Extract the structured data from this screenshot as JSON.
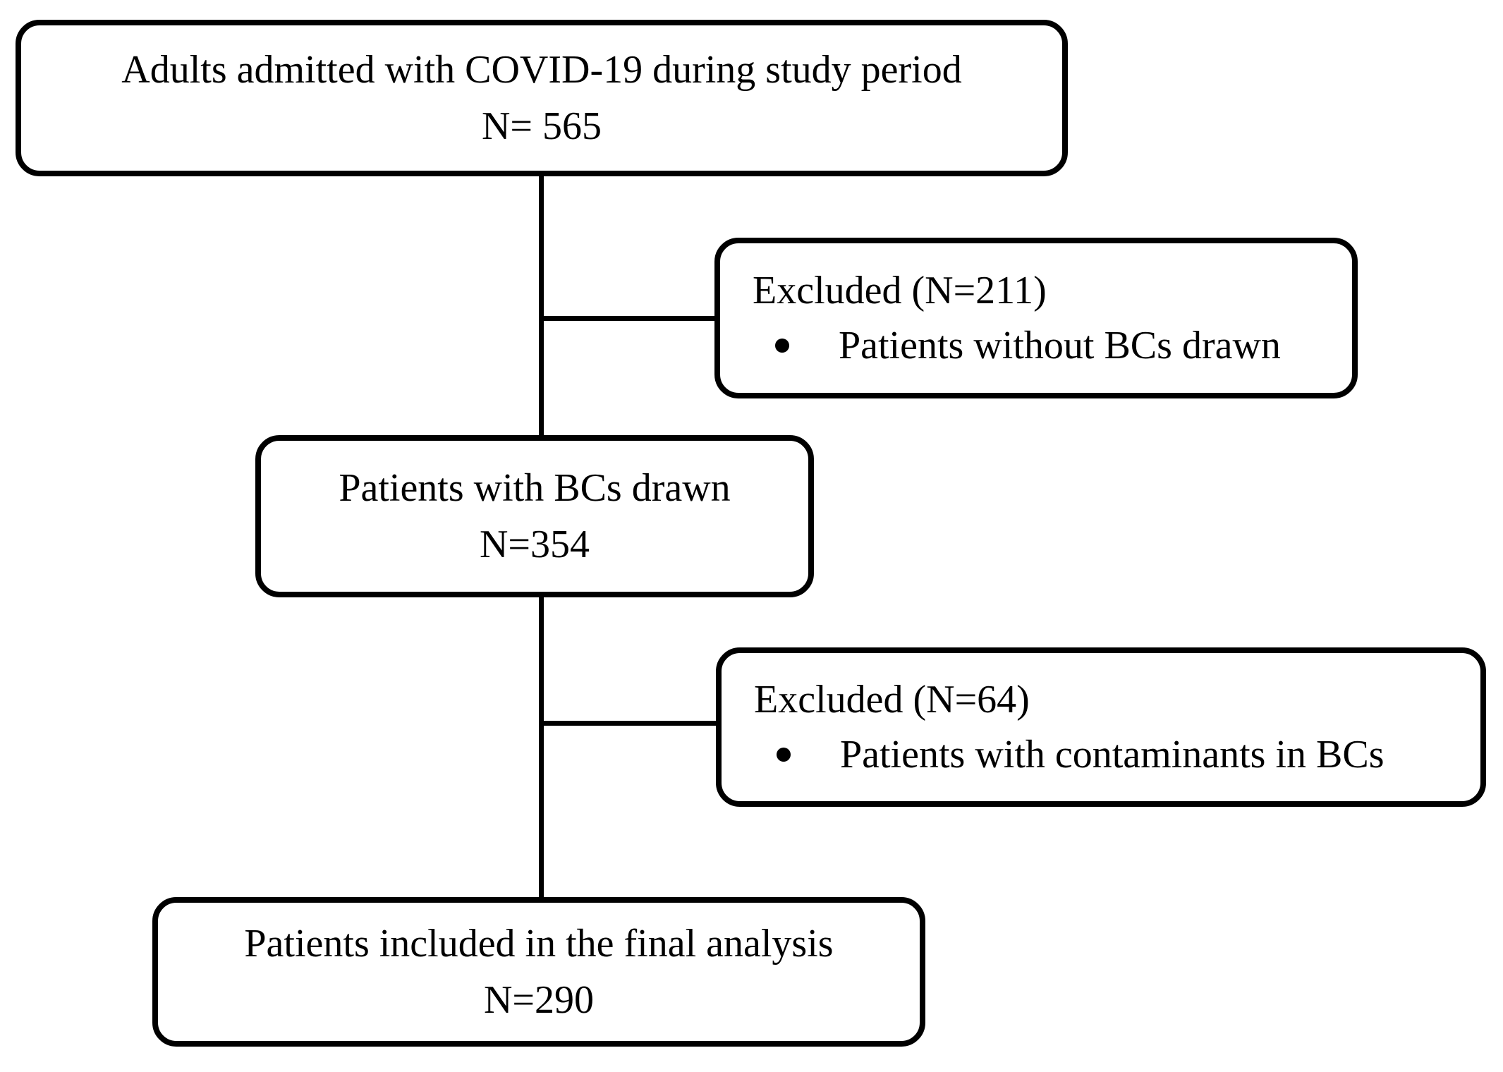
{
  "diagram": {
    "type": "flowchart",
    "colors": {
      "background": "#ffffff",
      "box_border": "#000000",
      "text": "#000000",
      "connector": "#000000"
    },
    "nodes": {
      "admitted": {
        "label": "Adults admitted with COVID-19 during study period",
        "count": "N= 565"
      },
      "excluded_no_bcs": {
        "title": "Excluded (N=211)",
        "bullet": "Patients without BCs drawn"
      },
      "bcs_drawn": {
        "label": "Patients with BCs drawn",
        "count": "N=354"
      },
      "excluded_contaminants": {
        "title": "Excluded (N=64)",
        "bullet": "Patients with contaminants in BCs"
      },
      "final_analysis": {
        "label": "Patients included in the final analysis",
        "count": "N=290"
      }
    },
    "flow": [
      {
        "from": "admitted",
        "to": "bcs_drawn",
        "branch": "excluded_no_bcs"
      },
      {
        "from": "bcs_drawn",
        "to": "final_analysis",
        "branch": "excluded_contaminants"
      }
    ]
  }
}
